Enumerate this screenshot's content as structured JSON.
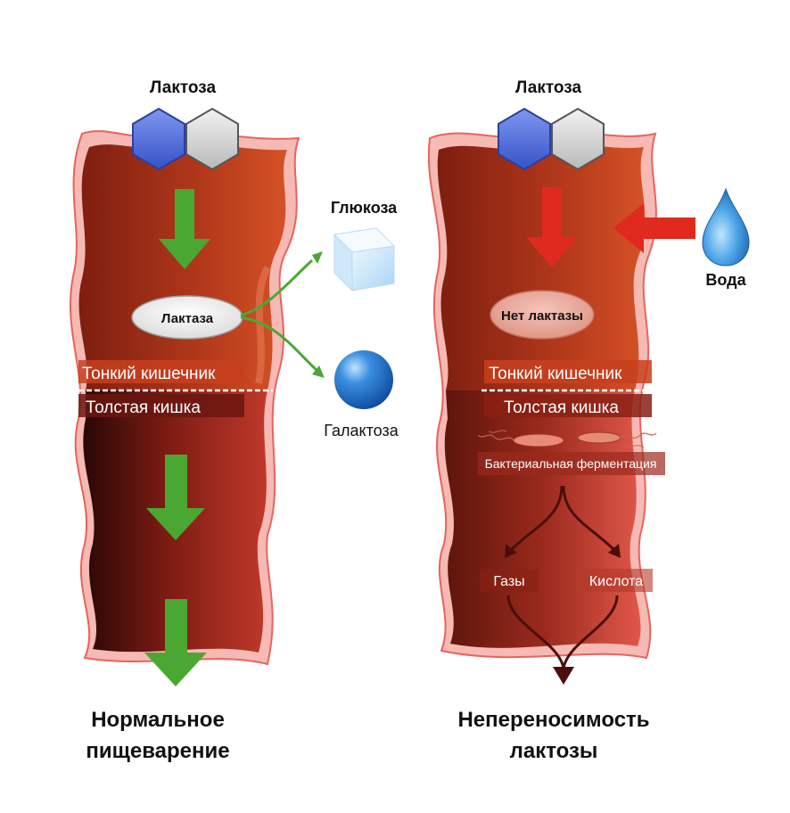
{
  "left": {
    "lactose_label": "Лактоза",
    "enzyme_label": "Лактаза",
    "small_intestine_label": "Тонкий кишечник",
    "large_intestine_label": "Толстая кишка",
    "caption_line1": "Нормальное",
    "caption_line2": "пищеварение"
  },
  "products": {
    "glucose_label": "Глюкоза",
    "galactose_label": "Галактоза"
  },
  "right": {
    "lactose_label": "Лактоза",
    "no_enzyme_label": "Нет лактазы",
    "water_label": "Вода",
    "small_intestine_label": "Тонкий кишечник",
    "large_intestine_label": "Толстая кишка",
    "fermentation_label": "Бактериальная ферментация",
    "gases_label": "Газы",
    "acid_label": "Кислота",
    "caption_line1": "Непереносимость",
    "caption_line2": "лактозы"
  },
  "colors": {
    "intestine_dark": "#7a1a0e",
    "intestine_mid": "#a83419",
    "intestine_light": "#d9552e",
    "intestine_edge": "#f7b9b4",
    "glucose_hex": "#4d6fd6",
    "galactose_hex": "#d9d9d9",
    "green_arrow": "#4aa832",
    "red_arrow": "#e0291f",
    "label_band": "#c7401f"
  }
}
